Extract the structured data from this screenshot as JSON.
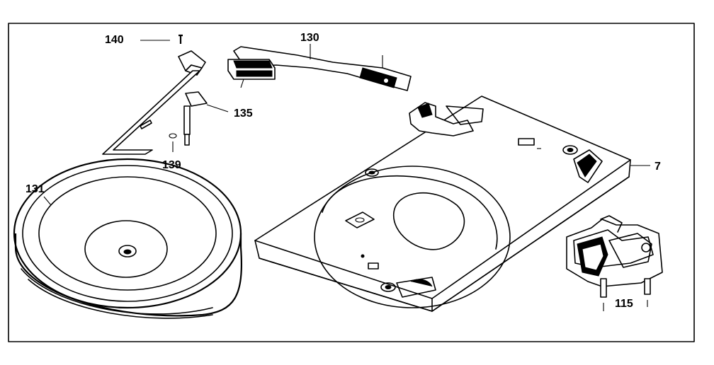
{
  "colors": {
    "ink": "#000000",
    "paper": "#ffffff"
  },
  "callouts": {
    "c140": "140",
    "c130": "130",
    "c135": "135",
    "c139": "139",
    "c131": "131",
    "c7": "7",
    "c115": "115"
  }
}
